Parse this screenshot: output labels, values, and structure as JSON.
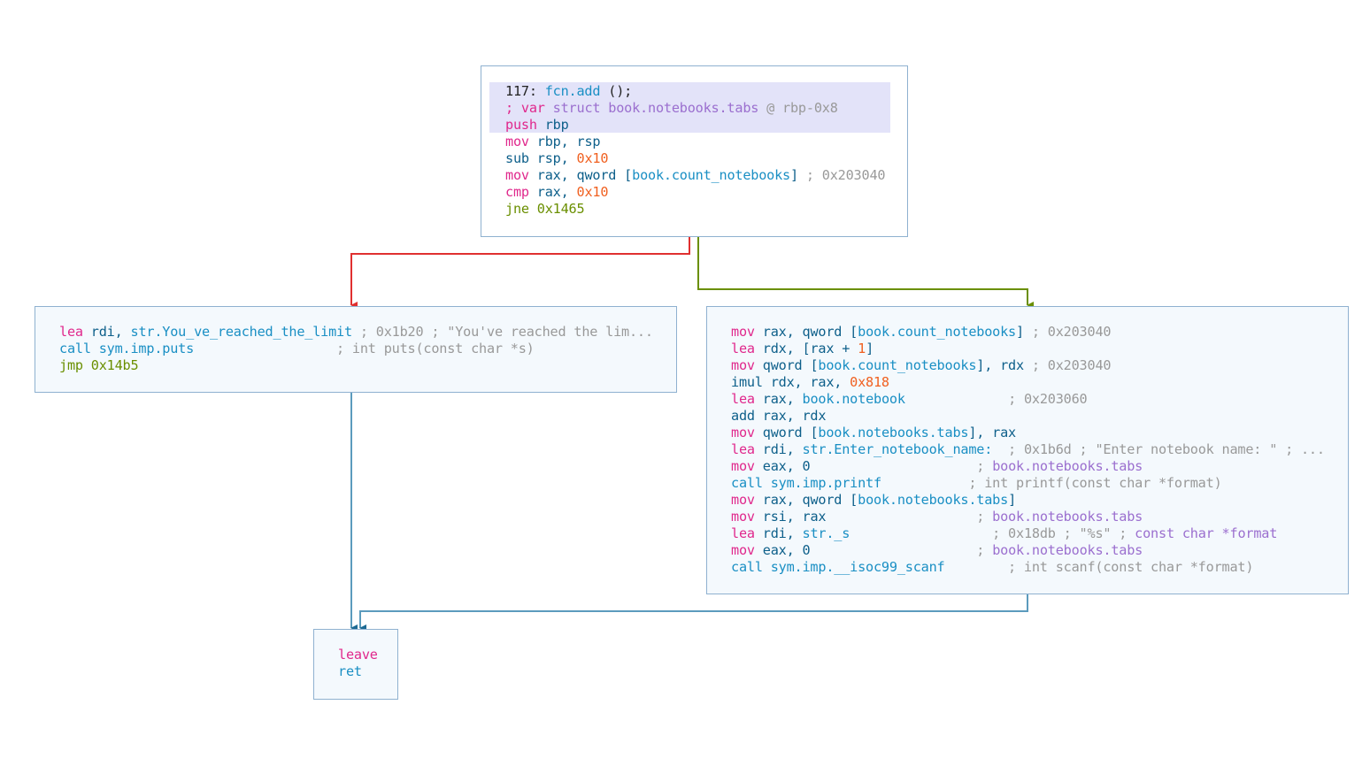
{
  "graph": {
    "function_header": {
      "size": "117:",
      "name": "fcn.add",
      "args": " ();"
    },
    "colors": {
      "false_edge": "#e03030",
      "true_edge": "#6a8f00",
      "uncond_edge": "#5b9bbd",
      "block_border": "#8fb1d0",
      "block_bg": "#f4f9fd",
      "highlight_bg": "#e3e3f9"
    },
    "blocks": {
      "entry": {
        "lines": [
          [
            {
              "t": "117: ",
              "c": "k-num"
            },
            {
              "t": "fcn.add",
              "c": "k-fcn"
            },
            {
              "t": " ();",
              "c": "k-txt"
            }
          ],
          [
            {
              "t": "; var ",
              "c": "k-mn"
            },
            {
              "t": "struct book.notebooks.tabs",
              "c": "k-var"
            },
            {
              "t": " @ rbp-0x8",
              "c": "k-cmt"
            }
          ],
          [
            {
              "t": "push",
              "c": "k-mn"
            },
            {
              "t": " rbp",
              "c": "k-reg"
            }
          ],
          [
            {
              "t": "mov",
              "c": "k-mn"
            },
            {
              "t": " rbp, rsp",
              "c": "k-reg"
            }
          ],
          [
            {
              "t": "sub",
              "c": "k-reg"
            },
            {
              "t": " rsp, ",
              "c": "k-reg"
            },
            {
              "t": "0x10",
              "c": "k-imm"
            }
          ],
          [
            {
              "t": "mov",
              "c": "k-mn"
            },
            {
              "t": " rax, qword [",
              "c": "k-reg"
            },
            {
              "t": "book.count_notebooks",
              "c": "k-sym"
            },
            {
              "t": "]",
              "c": "k-reg"
            },
            {
              "t": " ; 0x203040",
              "c": "k-cmt"
            }
          ],
          [
            {
              "t": "cmp",
              "c": "k-mn"
            },
            {
              "t": " rax, ",
              "c": "k-reg"
            },
            {
              "t": "0x10",
              "c": "k-imm"
            }
          ],
          [
            {
              "t": "jne 0x1465",
              "c": "k-jmp"
            }
          ]
        ]
      },
      "limit": {
        "lines": [
          [
            {
              "t": "lea",
              "c": "k-mn"
            },
            {
              "t": " rdi, ",
              "c": "k-reg"
            },
            {
              "t": "str.You_ve_reached_the_limit",
              "c": "k-sym"
            },
            {
              "t": " ; 0x1b20 ; \"You've reached the lim...",
              "c": "k-cmt"
            }
          ],
          [
            {
              "t": "call sym.imp.puts",
              "c": "k-call"
            },
            {
              "t": "                  ; int puts(const char *s)",
              "c": "k-cmt"
            }
          ],
          [
            {
              "t": "jmp 0x14b5",
              "c": "k-jmp"
            }
          ]
        ]
      },
      "add": {
        "lines": [
          [
            {
              "t": "mov",
              "c": "k-mn"
            },
            {
              "t": " rax, qword [",
              "c": "k-reg"
            },
            {
              "t": "book.count_notebooks",
              "c": "k-sym"
            },
            {
              "t": "]",
              "c": "k-reg"
            },
            {
              "t": " ; 0x203040",
              "c": "k-cmt"
            }
          ],
          [
            {
              "t": "lea",
              "c": "k-mn"
            },
            {
              "t": " rdx, [rax + ",
              "c": "k-reg"
            },
            {
              "t": "1",
              "c": "k-imm"
            },
            {
              "t": "]",
              "c": "k-reg"
            }
          ],
          [
            {
              "t": "mov",
              "c": "k-mn"
            },
            {
              "t": " qword [",
              "c": "k-reg"
            },
            {
              "t": "book.count_notebooks",
              "c": "k-sym"
            },
            {
              "t": "], rdx",
              "c": "k-reg"
            },
            {
              "t": " ; 0x203040",
              "c": "k-cmt"
            }
          ],
          [
            {
              "t": "imul rdx, rax, ",
              "c": "k-reg"
            },
            {
              "t": "0x818",
              "c": "k-imm"
            }
          ],
          [
            {
              "t": "lea",
              "c": "k-mn"
            },
            {
              "t": " rax, ",
              "c": "k-reg"
            },
            {
              "t": "book.notebook",
              "c": "k-sym"
            },
            {
              "t": "             ; 0x203060",
              "c": "k-cmt"
            }
          ],
          [
            {
              "t": "add rax, rdx",
              "c": "k-reg"
            }
          ],
          [
            {
              "t": "mov",
              "c": "k-mn"
            },
            {
              "t": " qword [",
              "c": "k-reg"
            },
            {
              "t": "book.notebooks.tabs",
              "c": "k-sym"
            },
            {
              "t": "], rax",
              "c": "k-reg"
            }
          ],
          [
            {
              "t": "lea",
              "c": "k-mn"
            },
            {
              "t": " rdi, ",
              "c": "k-reg"
            },
            {
              "t": "str.Enter_notebook_name:",
              "c": "k-sym"
            },
            {
              "t": "  ; 0x1b6d ; \"Enter notebook name: \" ; ...",
              "c": "k-cmt"
            }
          ],
          [
            {
              "t": "mov",
              "c": "k-mn"
            },
            {
              "t": " eax, ",
              "c": "k-reg"
            },
            {
              "t": "0",
              "c": "k-reg"
            },
            {
              "t": "                     ; ",
              "c": "k-cmt"
            },
            {
              "t": "book.notebooks.tabs",
              "c": "k-var"
            }
          ],
          [
            {
              "t": "call sym.imp.printf",
              "c": "k-call"
            },
            {
              "t": "           ; int printf(const char *format)",
              "c": "k-cmt"
            }
          ],
          [
            {
              "t": "mov",
              "c": "k-mn"
            },
            {
              "t": " rax, qword [",
              "c": "k-reg"
            },
            {
              "t": "book.notebooks.tabs",
              "c": "k-sym"
            },
            {
              "t": "]",
              "c": "k-reg"
            }
          ],
          [
            {
              "t": "mov",
              "c": "k-mn"
            },
            {
              "t": " rsi, rax",
              "c": "k-reg"
            },
            {
              "t": "                   ; ",
              "c": "k-cmt"
            },
            {
              "t": "book.notebooks.tabs",
              "c": "k-var"
            }
          ],
          [
            {
              "t": "lea",
              "c": "k-mn"
            },
            {
              "t": " rdi, ",
              "c": "k-reg"
            },
            {
              "t": "str._s",
              "c": "k-sym"
            },
            {
              "t": "                  ; 0x18db ; \"%s\" ; ",
              "c": "k-cmt"
            },
            {
              "t": "const char *format",
              "c": "k-var"
            }
          ],
          [
            {
              "t": "mov",
              "c": "k-mn"
            },
            {
              "t": " eax, ",
              "c": "k-reg"
            },
            {
              "t": "0",
              "c": "k-reg"
            },
            {
              "t": "                     ; ",
              "c": "k-cmt"
            },
            {
              "t": "book.notebooks.tabs",
              "c": "k-var"
            }
          ],
          [
            {
              "t": "call sym.imp.__isoc99_scanf",
              "c": "k-call"
            },
            {
              "t": "        ; int scanf(const char *format)",
              "c": "k-cmt"
            }
          ]
        ]
      },
      "exit": {
        "lines": [
          [
            {
              "t": "leave",
              "c": "k-mn"
            }
          ],
          [
            {
              "t": "ret",
              "c": "k-call"
            }
          ]
        ]
      }
    },
    "edges": [
      {
        "from": "entry",
        "to": "limit",
        "kind": "false"
      },
      {
        "from": "entry",
        "to": "add",
        "kind": "true"
      },
      {
        "from": "limit",
        "to": "exit",
        "kind": "uncond"
      },
      {
        "from": "add",
        "to": "exit",
        "kind": "uncond"
      }
    ]
  }
}
